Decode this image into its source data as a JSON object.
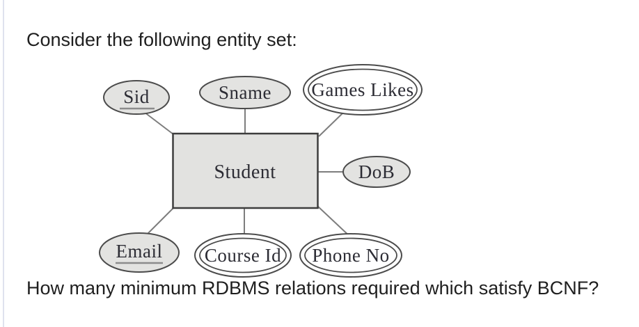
{
  "page": {
    "intro_text": "Consider the following entity set:",
    "question_text": "How many minimum RDBMS relations required which satisfy BCNF?"
  },
  "diagram": {
    "entity": {
      "label": "Student"
    },
    "attributes": [
      {
        "label": "Sid",
        "kind": "key-attribute-underlined"
      },
      {
        "label": "Sname",
        "kind": "simple-attribute"
      },
      {
        "label": "Games Likes",
        "kind": "multivalued-attribute-double-ellipse"
      },
      {
        "label": "DoB",
        "kind": "simple-attribute"
      },
      {
        "label": "Email",
        "kind": "key-attribute-underlined"
      },
      {
        "label": "Course Id",
        "kind": "multivalued-attribute-double-ellipse"
      },
      {
        "label": "Phone No",
        "kind": "multivalued-attribute-double-ellipse"
      }
    ],
    "colors": {
      "shape_fill": "#e3e3e1",
      "multivalued_fill": "#ffffff",
      "entity_fill": "#e2e2e0",
      "shape_stroke": "#4b4b4b",
      "connector": "#7d7d7d",
      "label_text": "#2c2c34",
      "page_text": "#1f1f1f",
      "left_rule": "#dfe2ee"
    }
  }
}
